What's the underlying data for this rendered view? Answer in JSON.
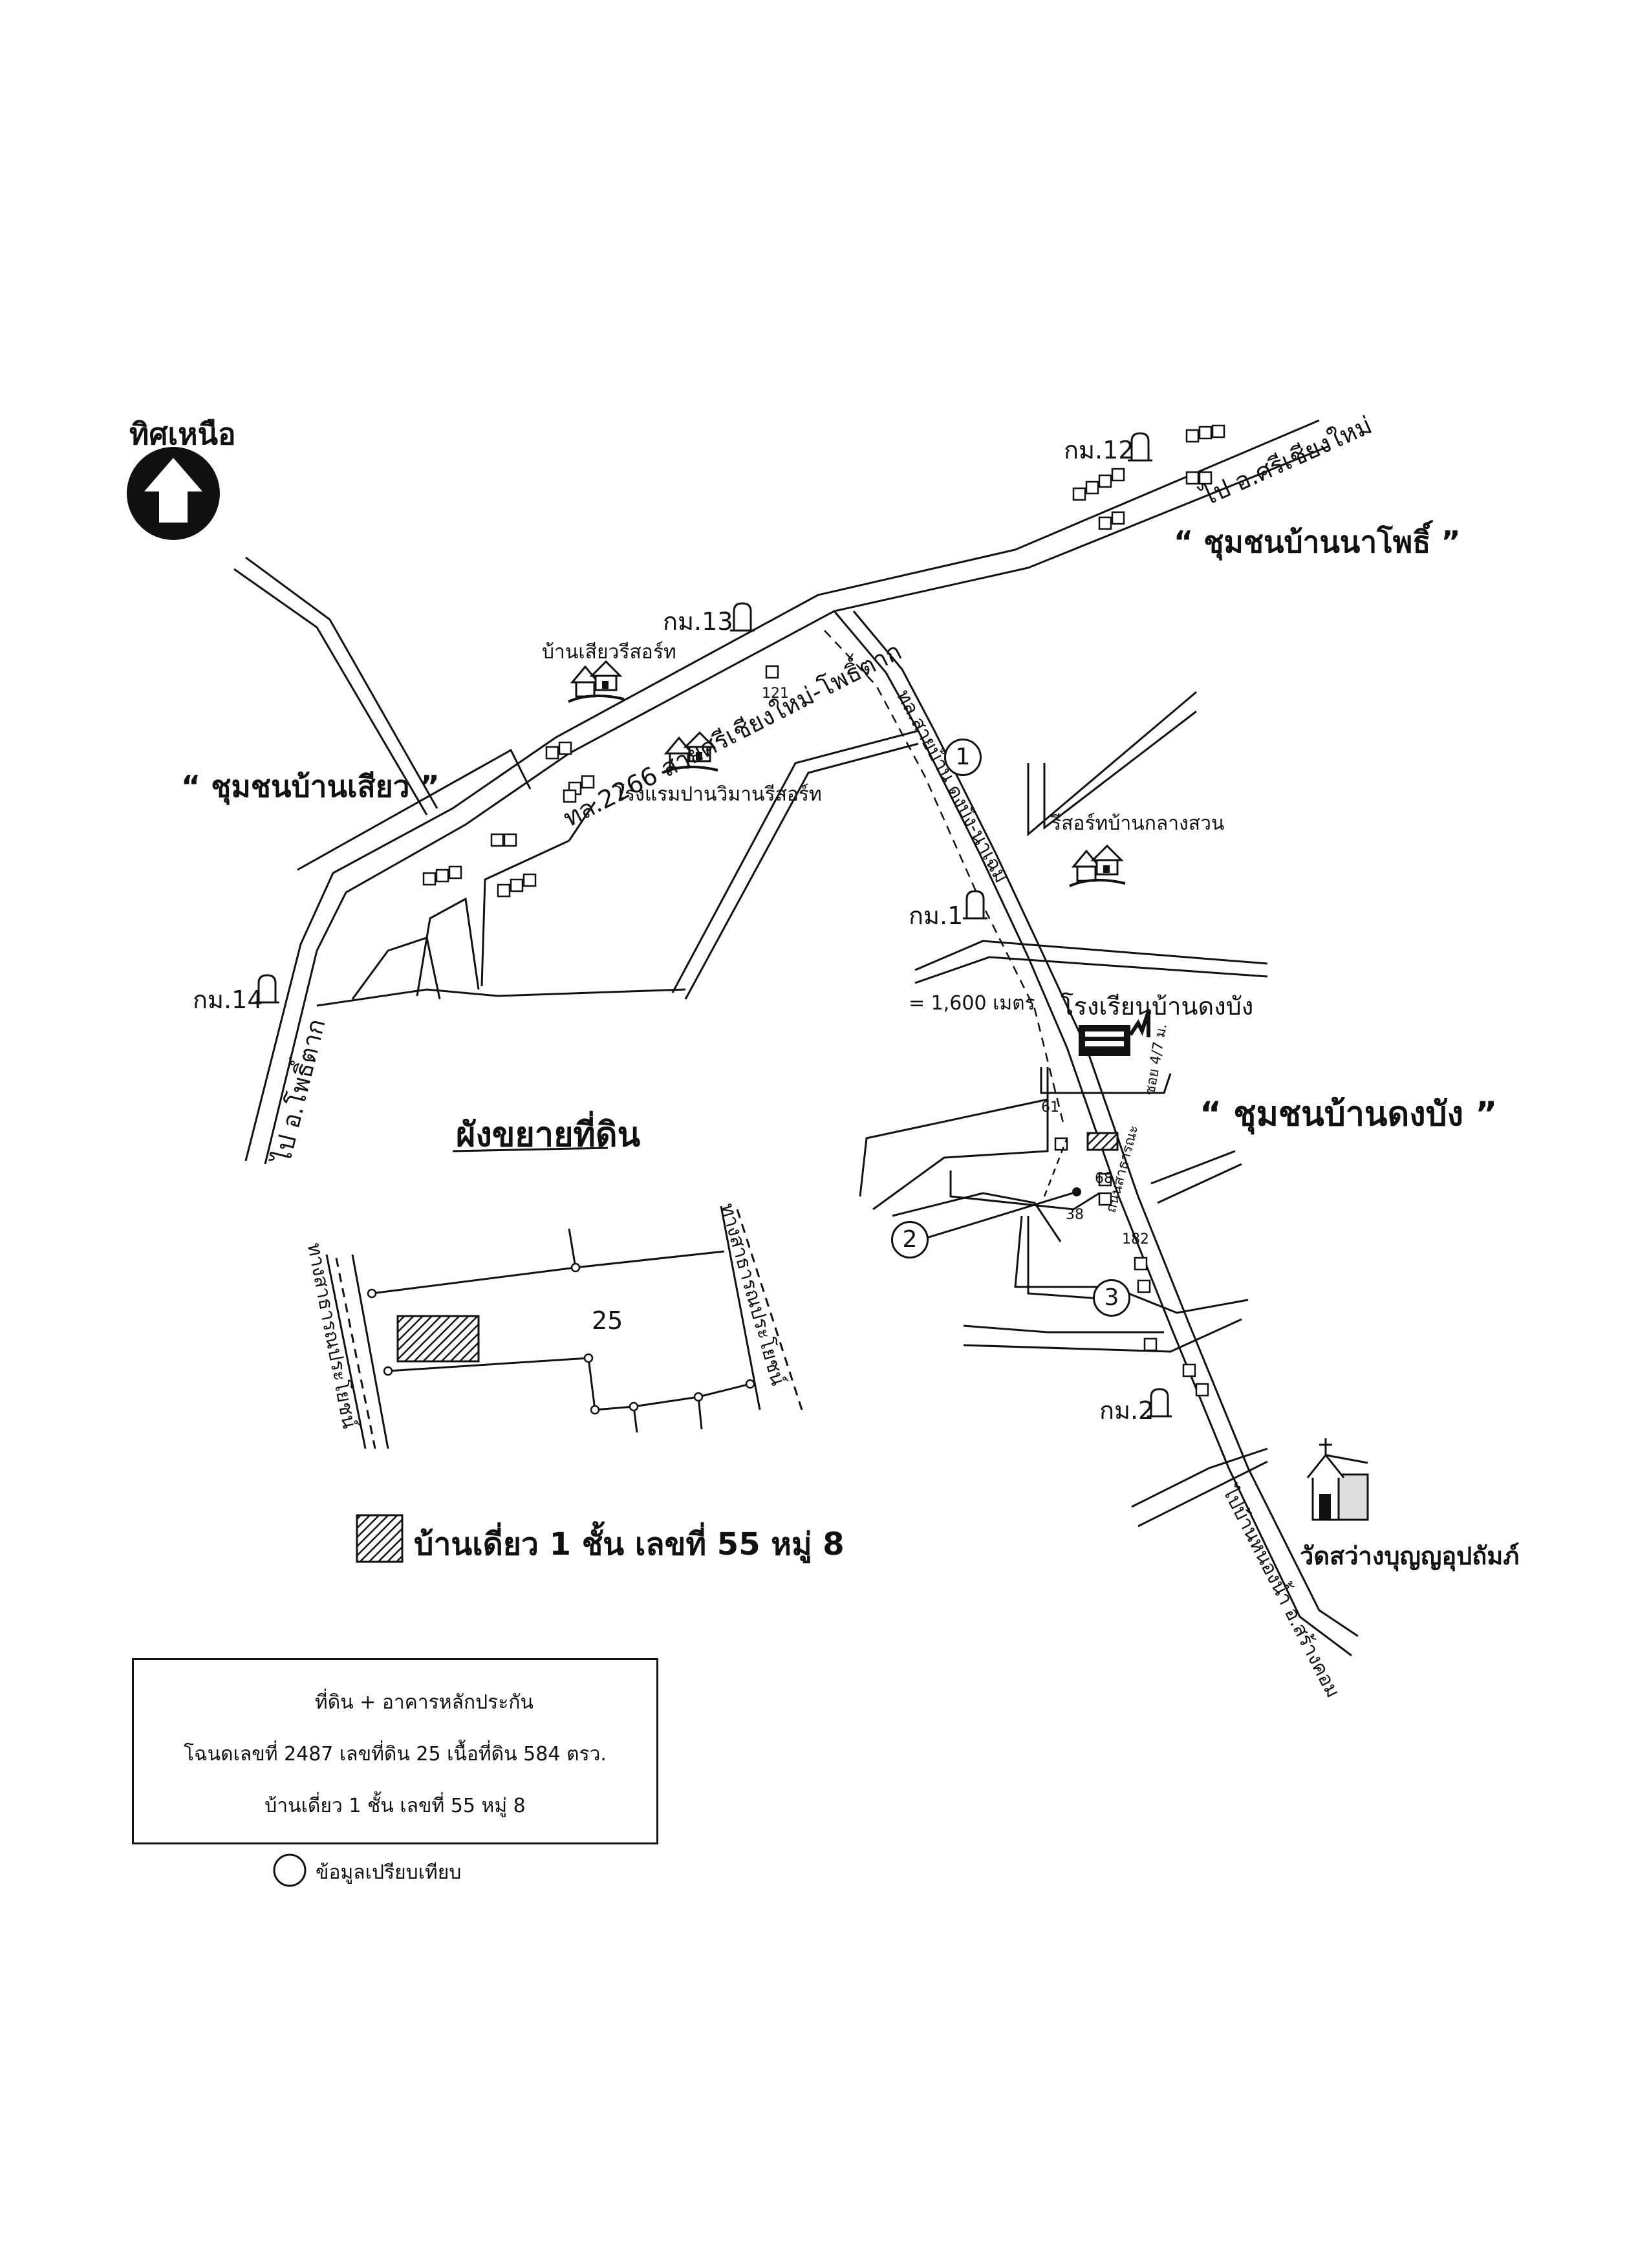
{
  "north": {
    "label": "ทิศเหนือ",
    "icon": "north-arrow-icon"
  },
  "communities": {
    "siao": "“ ชุมชนบ้านเสียว ”",
    "napho": "“ ชุมชนบ้านนาโพธิ์ ”",
    "dongbang": "“ ชุมชนบ้านดงบัง ”"
  },
  "kilometer_posts": {
    "k12": "กม.12",
    "k13": "กม.13",
    "k14": "กม.14",
    "k1": "กม.1",
    "k2": "กม.2"
  },
  "roads": {
    "hwy2266": "ทล.2266 สายศรีเชียงใหม่-โพธิ์ตาก",
    "to_sri_chiang_mai": "ไป อ.ศรีเชียงใหม่",
    "to_pho_tak": "ไป อ.โพธิ์ตาก",
    "rural_road": "ทล.สายบ้าน ดงบัง-นาเฉม",
    "to_wat": "ไปบ้านหนองน้ำ อ.สร้างคอม",
    "distance": "= 1,600 เมตร",
    "lane": "ซอย 4/7 ม.",
    "lane2": "ถนนสาธารณะ"
  },
  "places": {
    "ban_siao_resort": "บ้านเสียวรีสอร์ท",
    "hotel": "โรงแรมปานวิมานรีสอร์ท",
    "garden_resort": "รีสอร์ทบ้านกลางสวน",
    "school": "โรงเรียนบ้านดงบัง",
    "temple": "วัดสว่างบุญญอุปถัมภ์"
  },
  "house_numbers": {
    "n121": "121",
    "n61": "61",
    "n68": "68",
    "n38": "38",
    "n182": "182"
  },
  "comparison_markers": [
    "1",
    "2",
    "3"
  ],
  "detail_plan": {
    "title": "ผังขยายที่ดิน",
    "parcel": "25",
    "left_road": "ทางสาธารณประโยชน์",
    "right_road": "ทางสาธารณประโยชน์"
  },
  "subject_label": "บ้านเดี่ยว 1 ชั้น เลขที่ 55 หมู่ 8",
  "legend": {
    "line1": "ที่ดิน + อาคารหลักประกัน",
    "line2": "โฉนดเลขที่ 2487 เลขที่ดิน 25 เนื้อที่ดิน 584 ตรว.",
    "line3": "บ้านเดี่ยว 1 ชั้น เลขที่ 55 หมู่ 8",
    "comparison": "ข้อมูลเปรียบเทียบ"
  }
}
